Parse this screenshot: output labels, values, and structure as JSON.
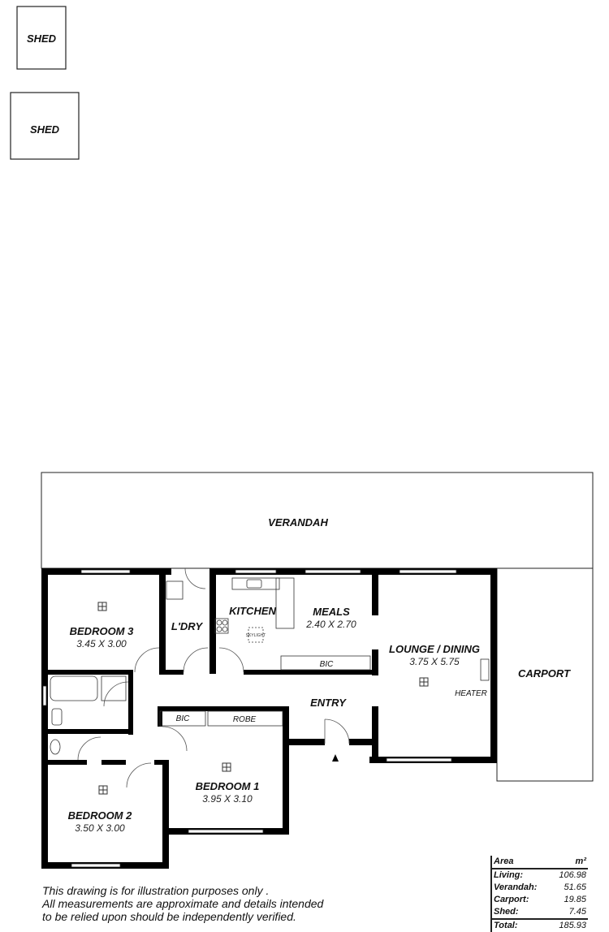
{
  "sheds": [
    {
      "label": "SHED"
    },
    {
      "label": "SHED"
    }
  ],
  "rooms": {
    "verandah": {
      "label": "VERANDAH"
    },
    "carport": {
      "label": "CARPORT"
    },
    "bedroom3": {
      "label": "BEDROOM 3",
      "dims": "3.45 X 3.00"
    },
    "laundry": {
      "label": "L'DRY"
    },
    "kitchen": {
      "label": "KITCHEN",
      "skylight": "SKYLIGHT"
    },
    "meals": {
      "label": "MEALS",
      "dims": "2.40 X 2.70"
    },
    "lounge": {
      "label": "LOUNGE / DINING",
      "dims": "3.75 X 5.75",
      "heater": "HEATER"
    },
    "entry": {
      "label": "ENTRY"
    },
    "bedroom1": {
      "label": "BEDROOM 1",
      "dims": "3.95 X 3.10"
    },
    "bedroom2": {
      "label": "BEDROOM 2",
      "dims": "3.50 X 3.00"
    },
    "bic_meals": {
      "label": "BIC"
    },
    "bic_hall": {
      "label": "BIC"
    },
    "robe": {
      "label": "ROBE"
    }
  },
  "disclaimer": [
    "This drawing is for illustration purposes only .",
    "All measurements are approximate and details intended",
    "to be relied upon should be independently verified."
  ],
  "area_table": {
    "header": {
      "label": "Area",
      "unit": "m²"
    },
    "rows": [
      {
        "label": "Living:",
        "value": "106.98"
      },
      {
        "label": "Verandah:",
        "value": "51.65"
      },
      {
        "label": "Carport:",
        "value": "19.85"
      },
      {
        "label": "Shed:",
        "value": "7.45"
      }
    ],
    "total": {
      "label": "Total:",
      "value": "185.93"
    }
  }
}
